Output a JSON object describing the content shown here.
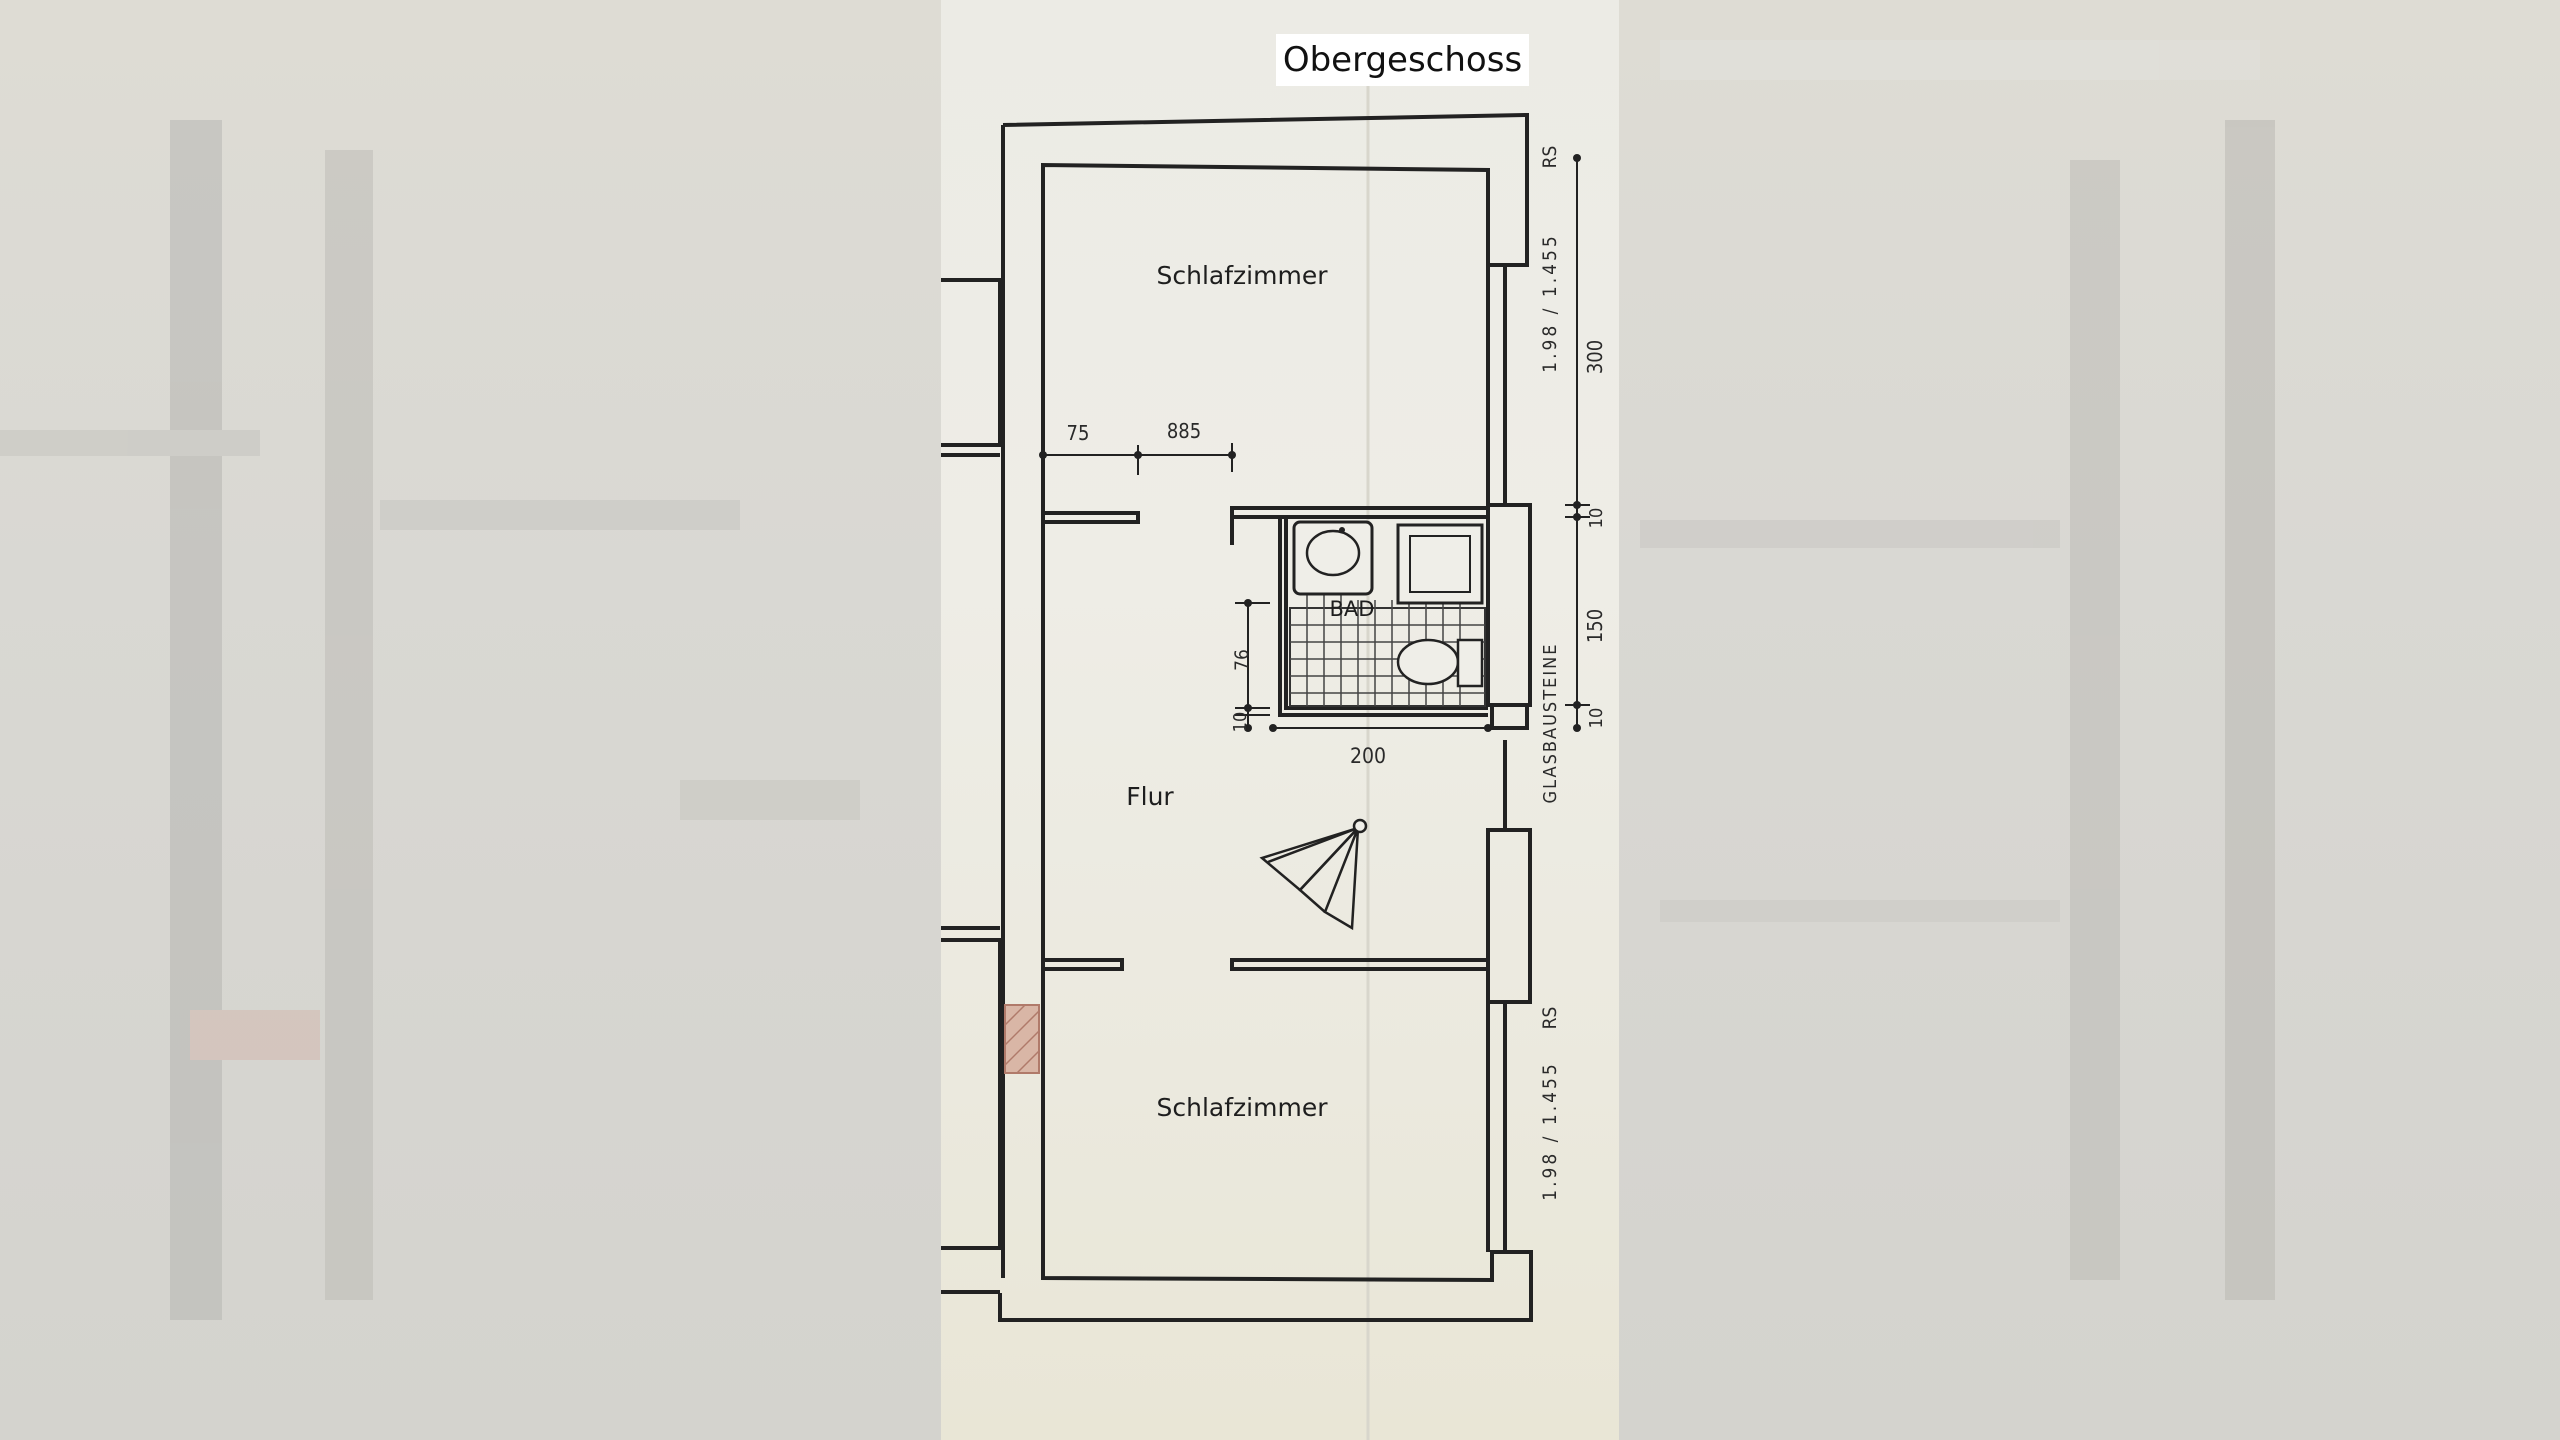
{
  "plan": {
    "title": "Obergeschoss",
    "rooms": {
      "bedroom_top": "Schlafzimmer",
      "hall": "Flur",
      "bath": "BAD",
      "bedroom_bottom": "Schlafzimmer"
    },
    "dimensions": {
      "d75": "75",
      "d885": "885",
      "d76": "76",
      "d10a": "10",
      "d200": "200",
      "d300": "300",
      "d10b": "10",
      "d150": "150",
      "d10c": "10"
    },
    "window_labels": {
      "top": "1.98 / 1.455",
      "top_rs": "RS",
      "glass": "GLASBAUSTEINE",
      "bottom_rs": "RS",
      "bottom": "1.98 / 1.455"
    }
  }
}
